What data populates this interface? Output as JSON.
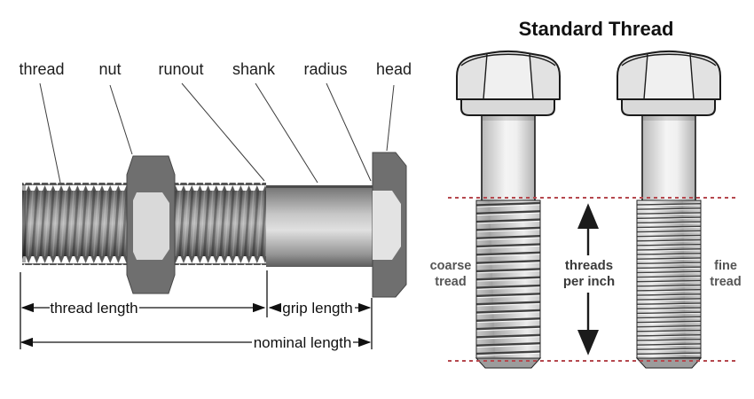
{
  "left_panel": {
    "part_labels": [
      {
        "label": "thread"
      },
      {
        "label": "nut"
      },
      {
        "label": "runout"
      },
      {
        "label": "shank"
      },
      {
        "label": "radius"
      },
      {
        "label": "head"
      }
    ],
    "dimensions": {
      "thread_length": "thread length",
      "grip_length": "grip length",
      "nominal_length": "nominal length"
    }
  },
  "right_panel": {
    "title": "Standard Thread",
    "coarse_label": {
      "line1": "coarse",
      "line2": "tread"
    },
    "tpi_label": {
      "line1": "threads",
      "line2": "per inch"
    },
    "fine_label": {
      "line1": "fine",
      "line2": "tread"
    },
    "colors": {
      "reference_line": "#b5484e",
      "outline": "#1b1b1b"
    }
  }
}
